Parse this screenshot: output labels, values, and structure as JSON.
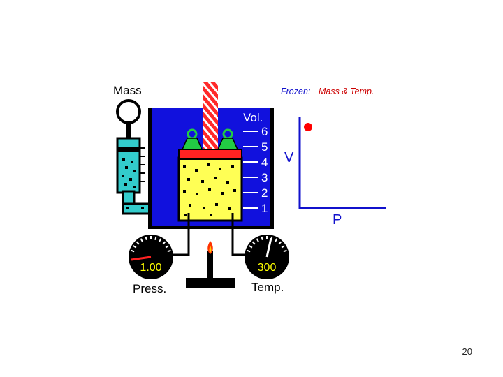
{
  "labels": {
    "mass": "Mass",
    "frozen_prefix": "Frozen:",
    "frozen_items": "Mass & Temp.",
    "volume": "Vol.",
    "pressure": "Press.",
    "temperature": "Temp.",
    "v_axis": "V",
    "p_axis": "P"
  },
  "scale_ticks": [
    "6",
    "5",
    "4",
    "3",
    "2",
    "1"
  ],
  "gauges": {
    "pressure_value": "1.00",
    "temperature_value": "300"
  },
  "slide_number": "20",
  "colors": {
    "container_walls": "#000000",
    "cylinder_water": "#1111dd",
    "gas_fill": "#ffff55",
    "piston": "#ff2222",
    "weights": "#22cc44",
    "syringe_fluid": "#33cccc",
    "gauge_face": "#000000",
    "gauge_text": "#ffff00",
    "gauge_needle": "#ff2222",
    "flame_outer": "#ff3300",
    "flame_inner": "#ffcc00",
    "graph_axes": "#1111cc",
    "graph_point": "#ff0000",
    "frozen_label": "#cc0000"
  },
  "icons": {
    "mass_knob": "circle-knob-icon",
    "weights": "weight-icon",
    "burner": "bunsen-burner-icon",
    "flame": "flame-icon"
  }
}
